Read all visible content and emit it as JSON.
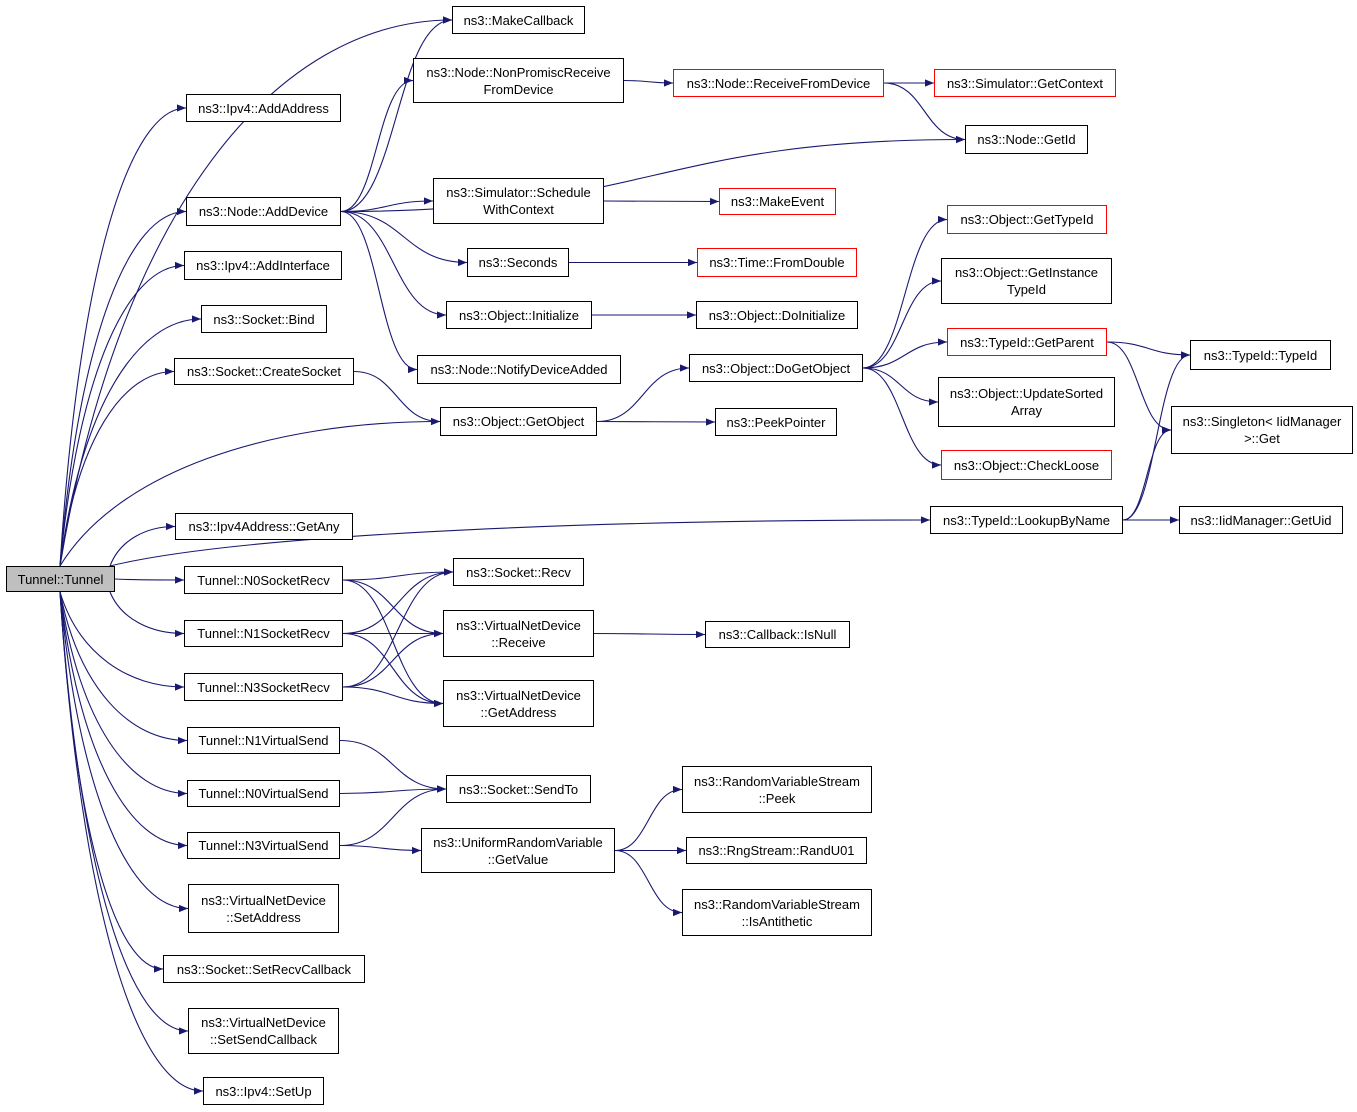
{
  "colors": {
    "edge": "#191970",
    "border": "#000000",
    "incomplete_border": "#ff0000",
    "root_fill": "#bfbfbf",
    "background": "#ffffff"
  },
  "nodes": [
    {
      "id": "tunnel",
      "label": "Tunnel::Tunnel",
      "root": true
    },
    {
      "id": "makecallback",
      "label": "ns3::MakeCallback"
    },
    {
      "id": "ipv4_addaddress",
      "label": "ns3::Ipv4::AddAddress"
    },
    {
      "id": "node_nonpromisc",
      "label": "ns3::Node::NonPromiscReceive\nFromDevice"
    },
    {
      "id": "node_receivefromdevice",
      "label": "ns3::Node::ReceiveFromDevice",
      "incomplete": true
    },
    {
      "id": "simulator_getcontext",
      "label": "ns3::Simulator::GetContext",
      "incomplete": true
    },
    {
      "id": "node_getid",
      "label": "ns3::Node::GetId"
    },
    {
      "id": "node_adddevice",
      "label": "ns3::Node::AddDevice"
    },
    {
      "id": "simulator_schedulewithcontext",
      "label": "ns3::Simulator::Schedule\nWithContext"
    },
    {
      "id": "makeevent",
      "label": "ns3::MakeEvent",
      "incomplete": true
    },
    {
      "id": "object_gettypeid",
      "label": "ns3::Object::GetTypeId",
      "incomplete": true
    },
    {
      "id": "ipv4_addinterface",
      "label": "ns3::Ipv4::AddInterface"
    },
    {
      "id": "seconds",
      "label": "ns3::Seconds"
    },
    {
      "id": "time_fromdouble",
      "label": "ns3::Time::FromDouble",
      "incomplete": true
    },
    {
      "id": "object_getinstancetypeid",
      "label": "ns3::Object::GetInstance\nTypeId"
    },
    {
      "id": "socket_bind",
      "label": "ns3::Socket::Bind"
    },
    {
      "id": "object_initialize",
      "label": "ns3::Object::Initialize"
    },
    {
      "id": "object_doinitialize",
      "label": "ns3::Object::DoInitialize"
    },
    {
      "id": "typeid_getparent",
      "label": "ns3::TypeId::GetParent",
      "incomplete": true
    },
    {
      "id": "typeid_typeid",
      "label": "ns3::TypeId::TypeId"
    },
    {
      "id": "node_notifydeviceadded",
      "label": "ns3::Node::NotifyDeviceAdded"
    },
    {
      "id": "socket_createsocket",
      "label": "ns3::Socket::CreateSocket"
    },
    {
      "id": "object_dogetobject",
      "label": "ns3::Object::DoGetObject"
    },
    {
      "id": "object_updatesortedarray",
      "label": "ns3::Object::UpdateSorted\nArray"
    },
    {
      "id": "singleton_get",
      "label": "ns3::Singleton< IidManager\n>::Get"
    },
    {
      "id": "object_getobject",
      "label": "ns3::Object::GetObject"
    },
    {
      "id": "peekpointer",
      "label": "ns3::PeekPointer"
    },
    {
      "id": "object_checkloose",
      "label": "ns3::Object::CheckLoose",
      "incomplete": true
    },
    {
      "id": "typeid_lookupbyname",
      "label": "ns3::TypeId::LookupByName"
    },
    {
      "id": "iidmanager_getuid",
      "label": "ns3::IidManager::GetUid"
    },
    {
      "id": "ipv4address_getany",
      "label": "ns3::Ipv4Address::GetAny"
    },
    {
      "id": "n0socketrecv",
      "label": "Tunnel::N0SocketRecv"
    },
    {
      "id": "socket_recv",
      "label": "ns3::Socket::Recv"
    },
    {
      "id": "n1socketrecv",
      "label": "Tunnel::N1SocketRecv"
    },
    {
      "id": "vnd_receive",
      "label": "ns3::VirtualNetDevice\n::Receive"
    },
    {
      "id": "callback_isnull",
      "label": "ns3::Callback::IsNull"
    },
    {
      "id": "n3socketrecv",
      "label": "Tunnel::N3SocketRecv"
    },
    {
      "id": "vnd_getaddress",
      "label": "ns3::VirtualNetDevice\n::GetAddress"
    },
    {
      "id": "n1virtualsend",
      "label": "Tunnel::N1VirtualSend"
    },
    {
      "id": "rvs_peek",
      "label": "ns3::RandomVariableStream\n::Peek"
    },
    {
      "id": "n0virtualsend",
      "label": "Tunnel::N0VirtualSend"
    },
    {
      "id": "socket_sendto",
      "label": "ns3::Socket::SendTo"
    },
    {
      "id": "n3virtualsend",
      "label": "Tunnel::N3VirtualSend"
    },
    {
      "id": "urv_getvalue",
      "label": "ns3::UniformRandomVariable\n::GetValue"
    },
    {
      "id": "rngstream_randu01",
      "label": "ns3::RngStream::RandU01"
    },
    {
      "id": "vnd_setaddress",
      "label": "ns3::VirtualNetDevice\n::SetAddress"
    },
    {
      "id": "rvs_isantithetic",
      "label": "ns3::RandomVariableStream\n::IsAntithetic"
    },
    {
      "id": "socket_setrecvcallback",
      "label": "ns3::Socket::SetRecvCallback"
    },
    {
      "id": "vnd_setsendcallback",
      "label": "ns3::VirtualNetDevice\n::SetSendCallback"
    },
    {
      "id": "ipv4_setup",
      "label": "ns3::Ipv4::SetUp"
    }
  ],
  "edges": [
    [
      "tunnel",
      "ipv4_addaddress"
    ],
    [
      "tunnel",
      "node_adddevice"
    ],
    [
      "tunnel",
      "ipv4_addinterface"
    ],
    [
      "tunnel",
      "socket_bind"
    ],
    [
      "tunnel",
      "socket_createsocket"
    ],
    [
      "tunnel",
      "object_getobject"
    ],
    [
      "tunnel",
      "typeid_lookupbyname"
    ],
    [
      "tunnel",
      "ipv4address_getany"
    ],
    [
      "tunnel",
      "n0socketrecv"
    ],
    [
      "tunnel",
      "n1socketrecv"
    ],
    [
      "tunnel",
      "n3socketrecv"
    ],
    [
      "tunnel",
      "n1virtualsend"
    ],
    [
      "tunnel",
      "n0virtualsend"
    ],
    [
      "tunnel",
      "n3virtualsend"
    ],
    [
      "tunnel",
      "vnd_setaddress"
    ],
    [
      "tunnel",
      "socket_setrecvcallback"
    ],
    [
      "tunnel",
      "vnd_setsendcallback"
    ],
    [
      "tunnel",
      "ipv4_setup"
    ],
    [
      "tunnel",
      "makecallback"
    ],
    [
      "node_adddevice",
      "makecallback"
    ],
    [
      "node_adddevice",
      "node_nonpromisc"
    ],
    [
      "node_adddevice",
      "node_getid"
    ],
    [
      "node_adddevice",
      "simulator_schedulewithcontext"
    ],
    [
      "node_adddevice",
      "seconds"
    ],
    [
      "node_adddevice",
      "object_initialize"
    ],
    [
      "node_adddevice",
      "node_notifydeviceadded"
    ],
    [
      "node_nonpromisc",
      "node_receivefromdevice"
    ],
    [
      "node_receivefromdevice",
      "simulator_getcontext"
    ],
    [
      "node_receivefromdevice",
      "node_getid"
    ],
    [
      "simulator_schedulewithcontext",
      "makeevent"
    ],
    [
      "seconds",
      "time_fromdouble"
    ],
    [
      "object_initialize",
      "object_doinitialize"
    ],
    [
      "socket_createsocket",
      "object_getobject"
    ],
    [
      "object_getobject",
      "object_dogetobject"
    ],
    [
      "object_getobject",
      "peekpointer"
    ],
    [
      "object_dogetobject",
      "object_gettypeid"
    ],
    [
      "object_dogetobject",
      "object_getinstancetypeid"
    ],
    [
      "object_dogetobject",
      "typeid_getparent"
    ],
    [
      "object_dogetobject",
      "object_updatesortedarray"
    ],
    [
      "object_dogetobject",
      "object_checkloose"
    ],
    [
      "typeid_getparent",
      "typeid_typeid"
    ],
    [
      "typeid_getparent",
      "singleton_get"
    ],
    [
      "typeid_lookupbyname",
      "typeid_typeid"
    ],
    [
      "typeid_lookupbyname",
      "singleton_get"
    ],
    [
      "typeid_lookupbyname",
      "iidmanager_getuid"
    ],
    [
      "n0socketrecv",
      "socket_recv"
    ],
    [
      "n0socketrecv",
      "vnd_receive"
    ],
    [
      "n0socketrecv",
      "vnd_getaddress"
    ],
    [
      "n1socketrecv",
      "socket_recv"
    ],
    [
      "n1socketrecv",
      "vnd_receive"
    ],
    [
      "n1socketrecv",
      "vnd_getaddress"
    ],
    [
      "n3socketrecv",
      "socket_recv"
    ],
    [
      "n3socketrecv",
      "vnd_receive"
    ],
    [
      "n3socketrecv",
      "vnd_getaddress"
    ],
    [
      "vnd_receive",
      "callback_isnull"
    ],
    [
      "n1virtualsend",
      "socket_sendto"
    ],
    [
      "n0virtualsend",
      "socket_sendto"
    ],
    [
      "n3virtualsend",
      "socket_sendto"
    ],
    [
      "n3virtualsend",
      "urv_getvalue"
    ],
    [
      "urv_getvalue",
      "rvs_peek"
    ],
    [
      "urv_getvalue",
      "rngstream_randu01"
    ],
    [
      "urv_getvalue",
      "rvs_isantithetic"
    ]
  ]
}
